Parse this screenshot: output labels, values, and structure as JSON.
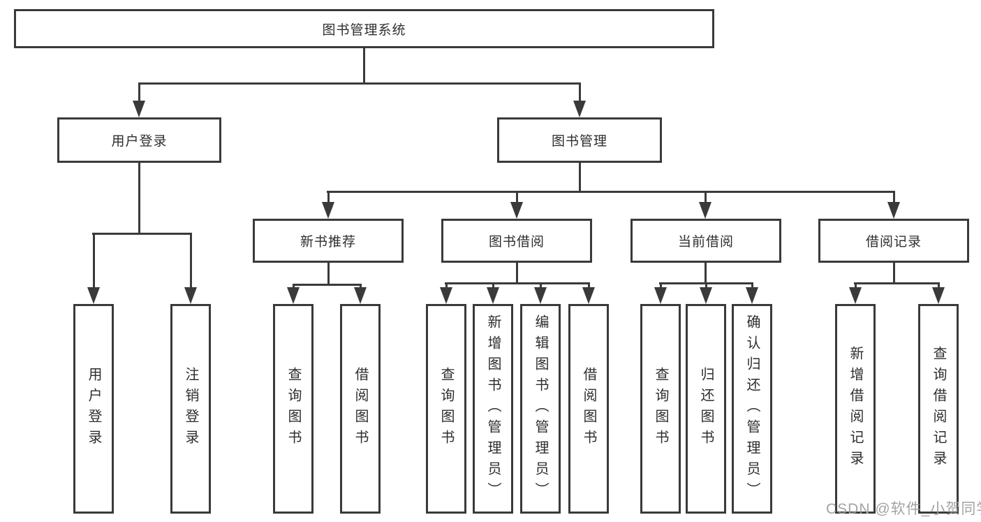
{
  "diagram": {
    "type": "org-chart",
    "tree": {
      "label": "图书管理系统",
      "children": [
        {
          "label": "用户登录",
          "children": [
            {
              "label": "用户登录"
            },
            {
              "label": "注销登录"
            }
          ]
        },
        {
          "label": "图书管理",
          "children": [
            {
              "label": "新书推荐",
              "children": [
                {
                  "label": "查询图书"
                },
                {
                  "label": "借阅图书"
                }
              ]
            },
            {
              "label": "图书借阅",
              "children": [
                {
                  "label": "查询图书"
                },
                {
                  "label": "新增图书（管理员）"
                },
                {
                  "label": "编辑图书（管理员）"
                },
                {
                  "label": "借阅图书"
                }
              ]
            },
            {
              "label": "当前借阅",
              "children": [
                {
                  "label": "查询图书"
                },
                {
                  "label": "归还图书"
                },
                {
                  "label": "确认归还（管理员）"
                }
              ]
            },
            {
              "label": "借阅记录",
              "children": [
                {
                  "label": "新增借阅记录"
                },
                {
                  "label": "查询借阅记录"
                }
              ]
            }
          ]
        }
      ]
    },
    "colors": {
      "line": "#3a3a3a",
      "box_fill": "#ffffff",
      "text": "#2e2e2e",
      "watermark": "#9e9e9e",
      "background": "#ffffff"
    }
  },
  "watermark": {
    "text": "CSDN @软件_小贺同学"
  }
}
